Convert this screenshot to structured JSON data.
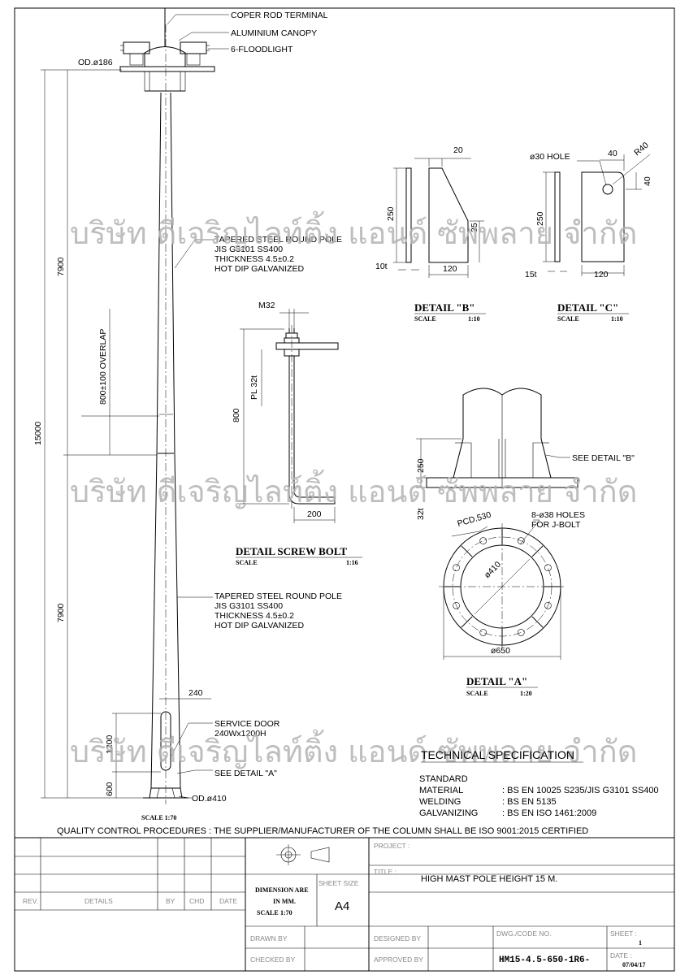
{
  "pole": {
    "callouts": {
      "rod_terminal": "COPER ROD TERMINAL",
      "canopy": "ALUMINIUM CANOPY",
      "floodlight": "6-FLOODLIGHT",
      "top_od": "OD.ø186",
      "base_od": "OD.ø410",
      "service_door_1": "SERVICE DOOR",
      "service_door_2": "240Wx1200H",
      "see_detail_a": "SEE DETAIL \"A\"",
      "door_width": "240"
    },
    "upper_section": [
      "TAPERED STEEL ROUND POLE",
      "JIS G3101 SS400",
      "THICKNESS 4.5±0.2",
      "HOT DIP GALVANIZED"
    ],
    "lower_section": [
      "TAPERED STEEL ROUND POLE",
      "JIS G3101 SS400",
      "THICKNESS 4.5±0.2",
      "HOT DIP GALVANIZED"
    ],
    "dims": {
      "total": "15000",
      "upper": "7900",
      "lower": "7900",
      "overlap": "800±100 OVERLAP",
      "door_height": "1200",
      "door_bottom": "600"
    },
    "scale": "SCALE   1:70"
  },
  "detail_b": {
    "title": "DETAIL  \"B\"",
    "scale_label": "SCALE",
    "scale": "1:10",
    "dims": {
      "top": "20",
      "height": "250",
      "inner": "35",
      "thick": "10t",
      "width": "120"
    }
  },
  "detail_c": {
    "title": "DETAIL  \"C\"",
    "scale_label": "SCALE",
    "scale": "1:10",
    "dims": {
      "hole": "ø30  HOLE",
      "top": "40",
      "radius": "R40",
      "side": "40",
      "height": "250",
      "thick": "15t",
      "width": "120"
    }
  },
  "detail_screw": {
    "title": "DETAIL  SCREW  BOLT",
    "scale_label": "SCALE",
    "scale": "1:16",
    "dims": {
      "bolt": "M32",
      "plate": "PL 32t",
      "length": "800",
      "hook": "200"
    }
  },
  "detail_a": {
    "title": "DETAIL  \"A\"",
    "scale_label": "SCALE",
    "scale": "1:20",
    "labels": {
      "see_b": "SEE  DETAIL  \"B\"",
      "height": "250",
      "thick": "32t",
      "pcd": "PCD.530",
      "holes_1": "8-ø38  HOLES",
      "holes_2": "FOR  J-BOLT",
      "inner": "ø410",
      "outer": "ø650"
    }
  },
  "watermark": "บริษัท  ดีเจริญไลท์ติ้ง  แอนด์  ซัพพลาย  จำกัด",
  "spec": {
    "title": "TECHNICAL SPECIFICATION",
    "standard": "STANDARD",
    "rows": [
      {
        "k": "MATERIAL",
        "v": ": BS EN 10025 S235/JIS G3101 SS400"
      },
      {
        "k": "WELDING",
        "v": ": BS EN 5135"
      },
      {
        "k": "GALVANIZING",
        "v": ": BS EN ISO 1461:2009"
      }
    ]
  },
  "quality_note": "QUALITY CONTROL PROCEDURES  :   THE SUPPLIER/MANUFACTURER OF THE COLUMN SHALL BE ISO 9001:2015 CERTIFIED",
  "title_block": {
    "rev": "REV.",
    "details": "DETAILS",
    "by": "BY",
    "chd": "CHD",
    "date": "DATE",
    "dimension_1": "DIMENSION  ARE",
    "dimension_2": "IN  MM.",
    "scale_label": "SCALE",
    "scale_value": "1:70",
    "sheet_size_label": "SHEET SIZE",
    "sheet_size": "A4",
    "project_label": "PROJECT :",
    "title_label": "TITLE :",
    "title": "HIGH MAST POLE HEIGHT 15 M.",
    "drawn_by": "DRAWN  BY",
    "checked_by": "CHECKED  BY",
    "designed_by": "DESIGNED  BY",
    "approved_by": "APPROVED  BY",
    "dwg_label": "DWG./CODE  NO.",
    "dwg_no": "HM15-4.5-650-1R6-",
    "sheet_label": "SHEET  :",
    "sheet_no": "1",
    "date_label": "DATE  :",
    "date_value": "07/04/17"
  }
}
